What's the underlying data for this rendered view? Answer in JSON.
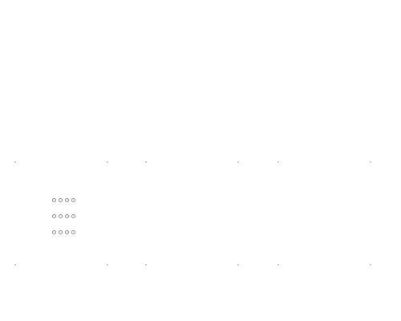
{
  "panels": [
    {
      "id": "left",
      "has_indicator_grid": true
    },
    {
      "id": "middle",
      "has_indicator_grid": false
    },
    {
      "id": "right",
      "has_indicator_grid": false
    }
  ],
  "indicator_grid": {
    "rows": 3,
    "cols": 4,
    "filled": [
      [
        false,
        false,
        false,
        false
      ],
      [
        false,
        false,
        false,
        false
      ],
      [
        false,
        false,
        false,
        false
      ]
    ]
  },
  "colors": {
    "background": "#ffffff",
    "corner_marker": "#cfcfcf",
    "dot_outline": "#8a8a8a"
  }
}
